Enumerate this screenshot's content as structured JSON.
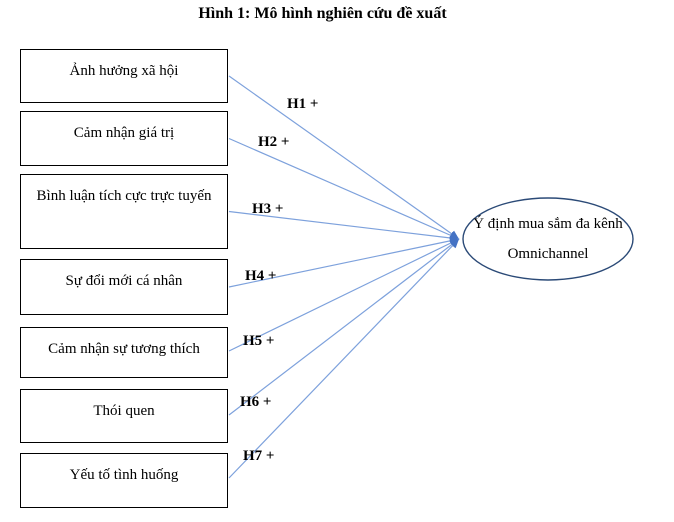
{
  "title": "Hình 1: Mô hình nghiên cứu đề xuất",
  "factors": [
    {
      "label": "Ảnh hưởng xã hội",
      "hypothesis": "H1 +"
    },
    {
      "label": "Cảm nhận giá trị",
      "hypothesis": "H2 +"
    },
    {
      "label": "Bình luận tích cực trực tuyến",
      "hypothesis": "H3 +"
    },
    {
      "label": "Sự đổi mới cá nhân",
      "hypothesis": "H4 +"
    },
    {
      "label": "Cảm nhận sự tương thích",
      "hypothesis": "H5 +"
    },
    {
      "label": "Thói quen",
      "hypothesis": "H6 +"
    },
    {
      "label": "Yếu tố tình huống",
      "hypothesis": "H7 +"
    }
  ],
  "outcome": {
    "label": "Ý định mua sắm đa kênh Omnichannel"
  },
  "colors": {
    "connector_line": "#7da1dc",
    "arrowhead": "#4472c4",
    "ellipse_border": "#2b4a77",
    "box_border": "#000000"
  }
}
